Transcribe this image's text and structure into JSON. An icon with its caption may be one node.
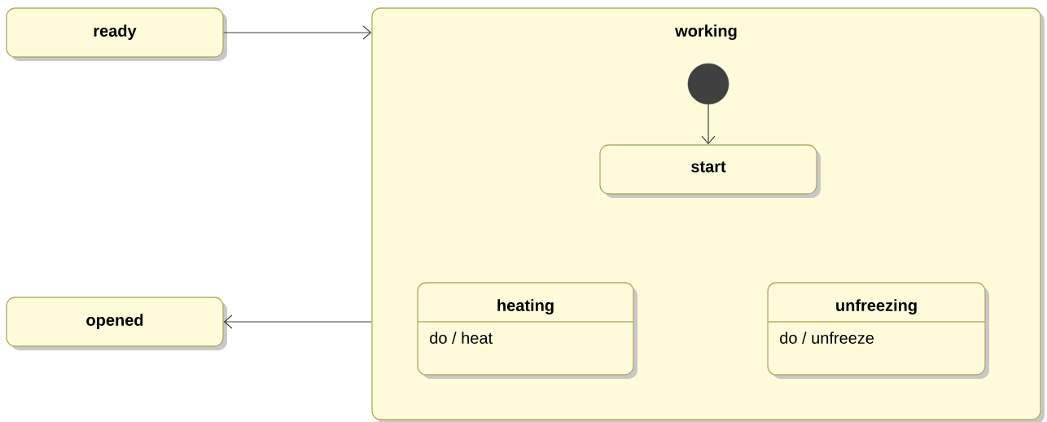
{
  "diagram": {
    "nodes": [
      {
        "text": [
          "ready"
        ]
      },
      {
        "text": [
          "working"
        ]
      },
      {
        "text": [],
        "shape": "circle",
        "in": 1
      },
      {
        "text": [
          "start"
        ],
        "in": 1
      },
      {
        "text": [
          "heating",
          "do / heat"
        ],
        "in": 1
      },
      {
        "text": [
          "unfreezing",
          "do / unfreeze"
        ],
        "in": 1
      },
      {
        "text": [
          "opened"
        ]
      }
    ],
    "edges": [
      {
        "from": 0,
        "to": 1,
        "arrow": "to"
      },
      {
        "from": 2,
        "to": 3,
        "arrow": "to"
      },
      {
        "from": 1,
        "to": 6,
        "arrow": "to"
      }
    ]
  }
}
